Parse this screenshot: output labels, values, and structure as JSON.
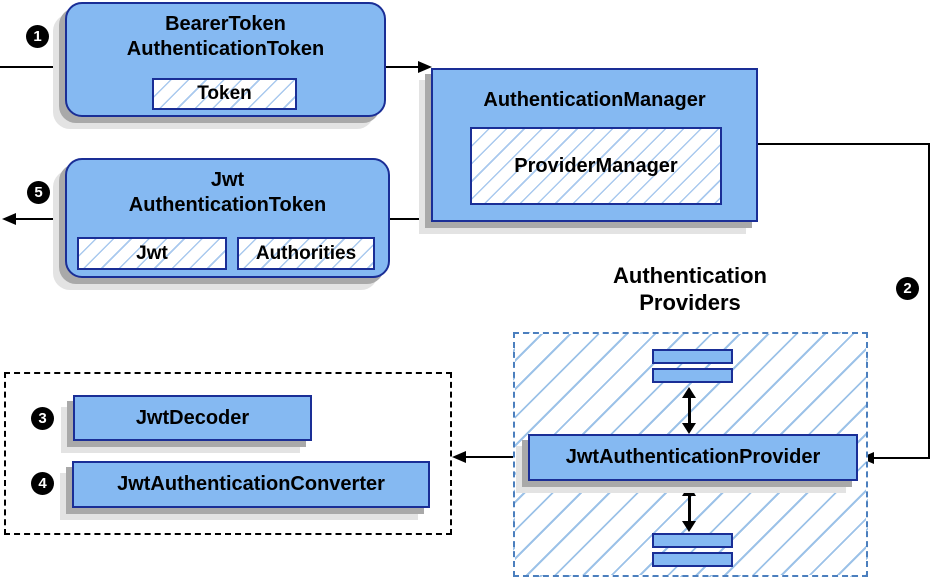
{
  "colors": {
    "node_fill": "#85b9f2",
    "node_border": "#1a2e96",
    "shadow_dark": "#a9a9a9",
    "shadow_light": "#e3e3e3",
    "hatch_line": "#a9c9ee",
    "group_dash_blue": "#4b7fbe",
    "connector": "#000000",
    "badge_bg": "#000000",
    "badge_text": "#ffffff"
  },
  "badges": {
    "b1": "1",
    "b2": "2",
    "b3": "3",
    "b4": "4",
    "b5": "5"
  },
  "nodes": {
    "bearer_token": {
      "line1": "BearerToken",
      "line2": "AuthenticationToken",
      "inner": "Token"
    },
    "auth_manager": {
      "title": "AuthenticationManager",
      "inner": "ProviderManager"
    },
    "jwt_token": {
      "line1": "Jwt",
      "line2": "AuthenticationToken",
      "inner_left": "Jwt",
      "inner_right": "Authorities"
    },
    "providers_group": {
      "line1": "Authentication",
      "line2": "Providers"
    },
    "jwt_provider": {
      "title": "JwtAuthenticationProvider"
    },
    "jwt_decoder": {
      "title": "JwtDecoder"
    },
    "jwt_converter": {
      "title": "JwtAuthenticationConverter"
    }
  }
}
